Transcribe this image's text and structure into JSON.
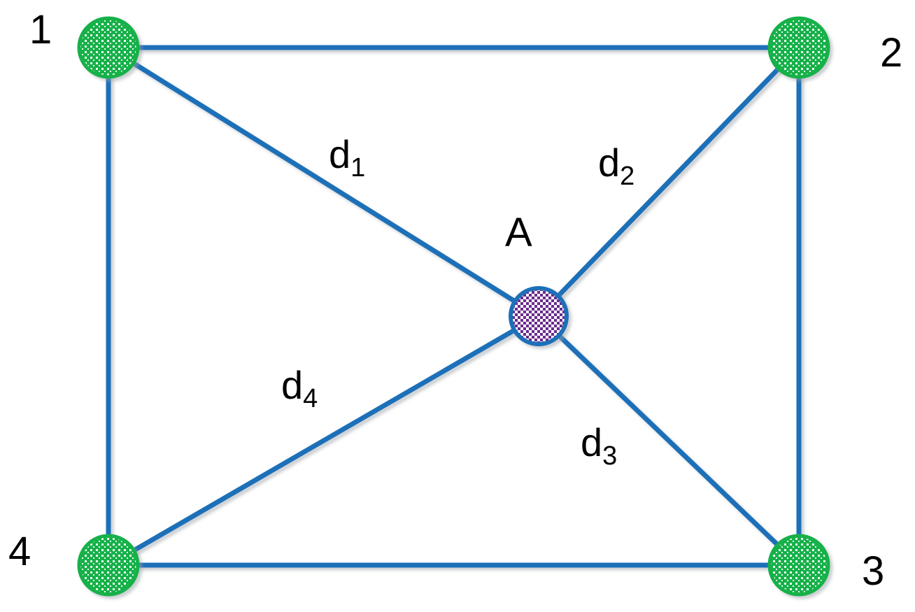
{
  "diagram": {
    "nodes": {
      "n1": {
        "label": "1",
        "kind": "anchor"
      },
      "n2": {
        "label": "2",
        "kind": "anchor"
      },
      "n3": {
        "label": "3",
        "kind": "anchor"
      },
      "n4": {
        "label": "4",
        "kind": "anchor"
      },
      "a": {
        "label": "A",
        "kind": "target"
      }
    },
    "distances": {
      "d1": {
        "base": "d",
        "sub": "1"
      },
      "d2": {
        "base": "d",
        "sub": "2"
      },
      "d3": {
        "base": "d",
        "sub": "3"
      },
      "d4": {
        "base": "d",
        "sub": "4"
      }
    },
    "colors": {
      "edge": "#1f6fb8",
      "anchor_fill": "#17b14a",
      "anchor_pattern": "#e9f8ee",
      "target_fill": "#6a2a8c",
      "target_pattern": "#ffffff",
      "target_border": "#1f6fb8",
      "label": "#000000"
    }
  }
}
